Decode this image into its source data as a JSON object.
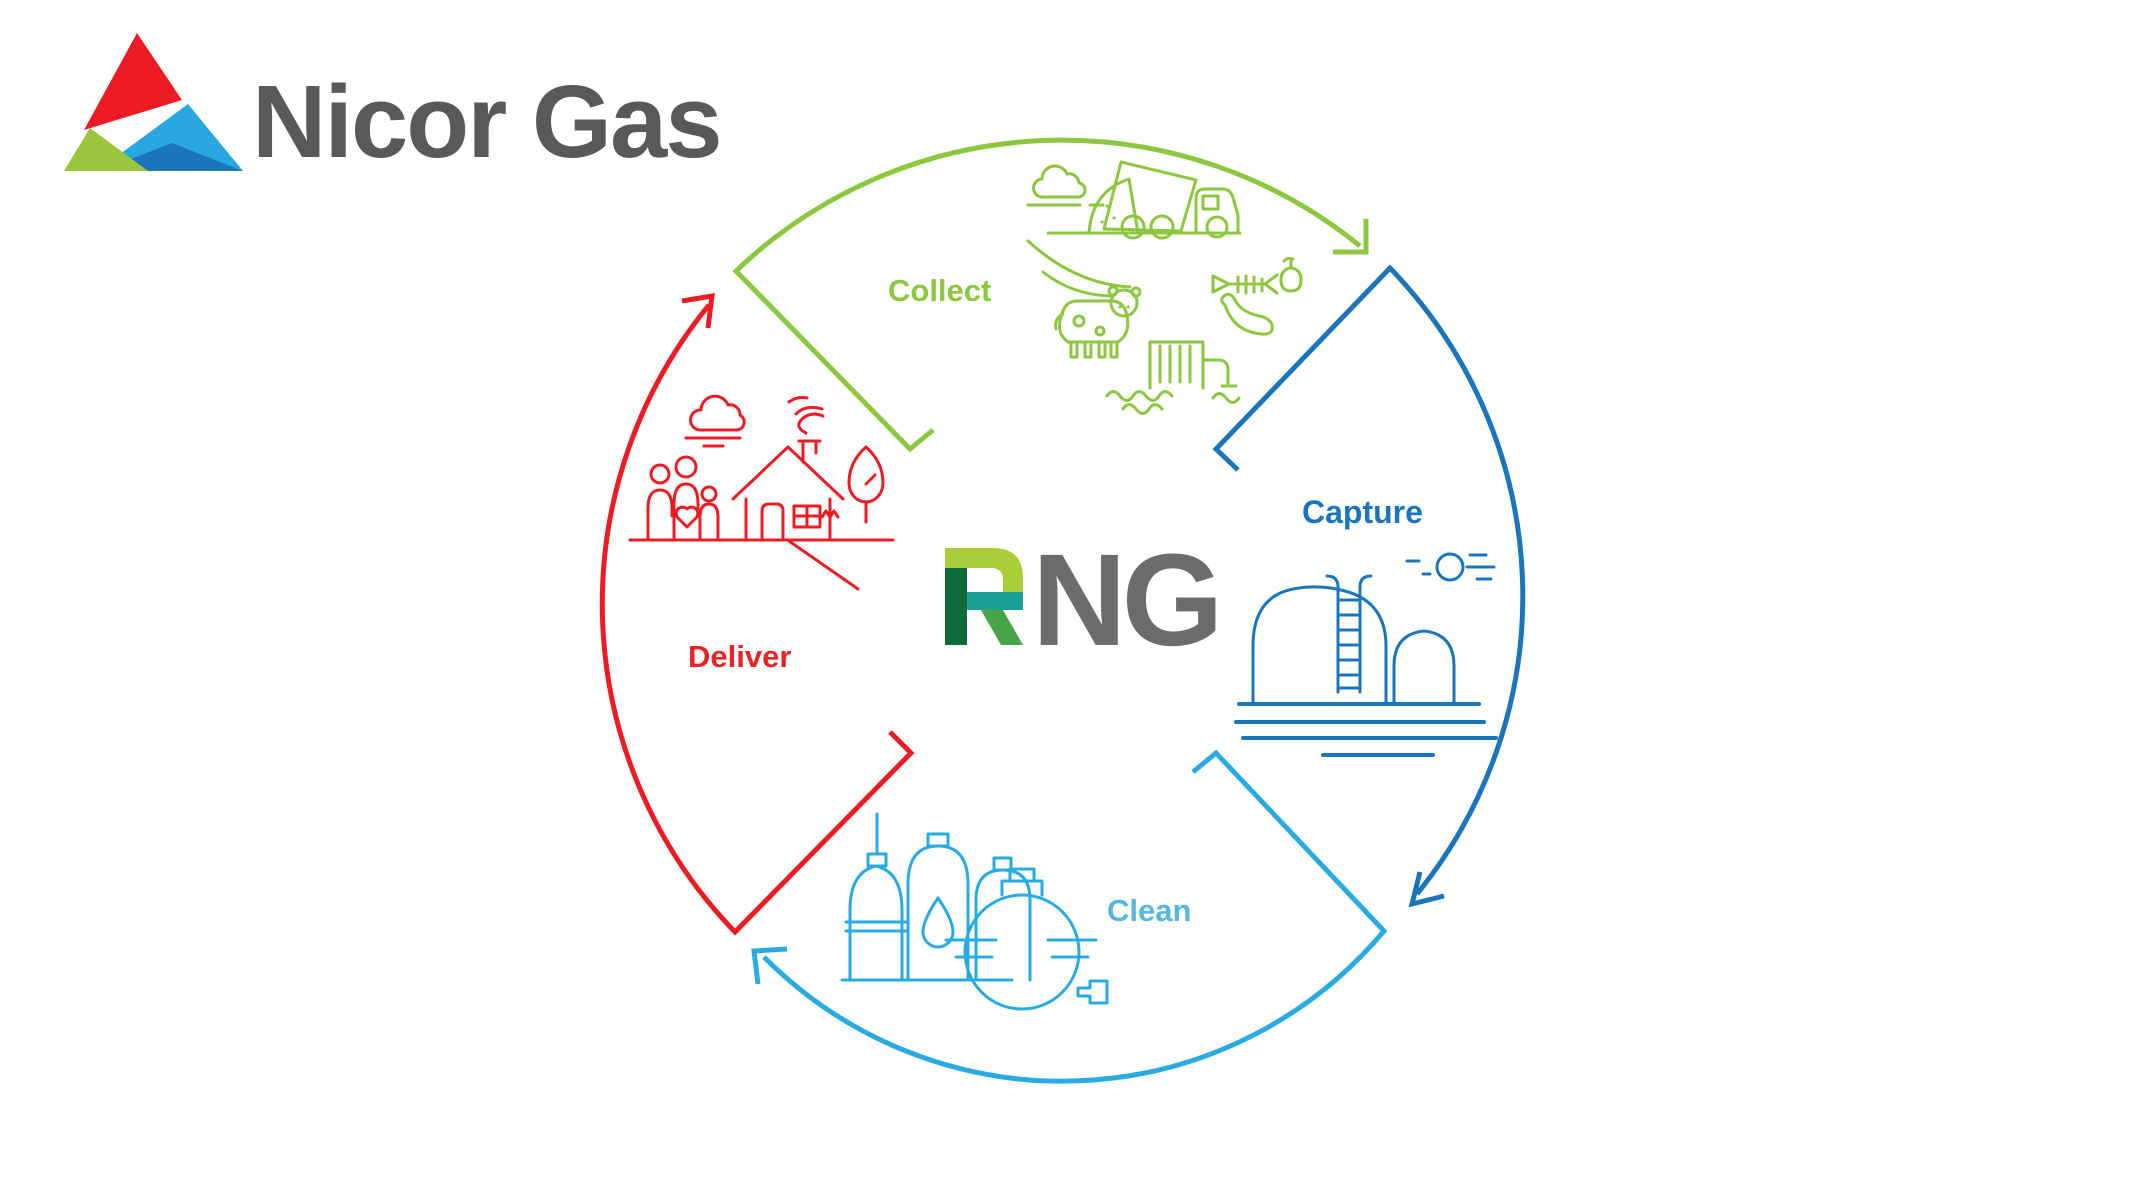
{
  "brand": {
    "name": "Nicor Gas",
    "text_color": "#58595B",
    "triangle_colors": {
      "red": "#ED1C24",
      "light_blue": "#29A8E0",
      "dark_blue": "#1B75BC",
      "green": "#9BC53D"
    }
  },
  "center_logo": {
    "r_letter": "R",
    "gray_letters": "NG",
    "gray": "#6A6C6E",
    "r_colors": {
      "stem": "#0E6B39",
      "arch": "#A9CF38",
      "band": "#1AA191",
      "leg": "#49A347"
    }
  },
  "stages": [
    {
      "label": "Collect",
      "color": "#8DC63F",
      "label_color": "#8DC63F",
      "icons": [
        "cloud-icon",
        "dump-truck-landfill-icon",
        "food-waste-icon",
        "cow-icon",
        "wastewater-plant-icon"
      ]
    },
    {
      "label": "Capture",
      "color": "#1B75BC",
      "label_color": "#1B75BC",
      "icons": [
        "sun-icon",
        "gas-storage-tanks-icon"
      ]
    },
    {
      "label": "Clean",
      "color": "#29ABE2",
      "label_color": "#55B6DE",
      "icons": [
        "gas-cylinders-icon",
        "water-droplet-icon",
        "sphere-tank-icon"
      ]
    },
    {
      "label": "Deliver",
      "color": "#ED1C24",
      "label_color": "#EC2227",
      "icons": [
        "cloud-icon",
        "family-icon",
        "house-icon",
        "tree-icon"
      ]
    }
  ]
}
